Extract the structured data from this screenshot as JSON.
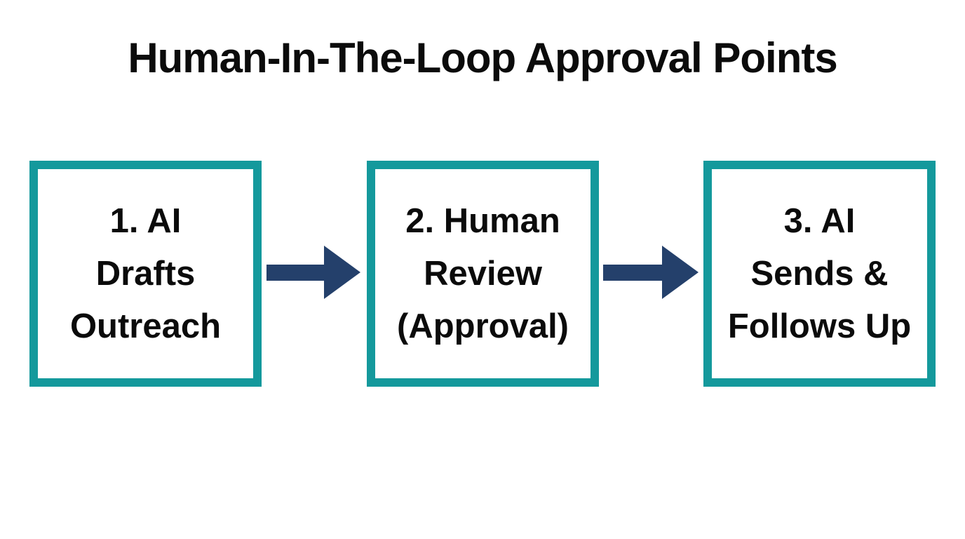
{
  "title": "Human-In-The-Loop Approval Points",
  "colors": {
    "box-border": "#14999c",
    "arrow": "#24406b",
    "text": "#0b0b0b",
    "background": "#ffffff"
  },
  "flow": {
    "connector": "arrow-right",
    "steps": [
      {
        "number": "1",
        "label": "1. AI Drafts Outreach",
        "lines": [
          "1. AI",
          "Drafts",
          "Outreach"
        ]
      },
      {
        "number": "2",
        "label": "2. Human Review (Approval)",
        "lines": [
          "2. Human",
          "Review",
          "(Approval)"
        ]
      },
      {
        "number": "3",
        "label": "3. AI Sends & Follows Up",
        "lines": [
          "3. AI",
          "Sends &",
          "Follows Up"
        ]
      }
    ]
  }
}
